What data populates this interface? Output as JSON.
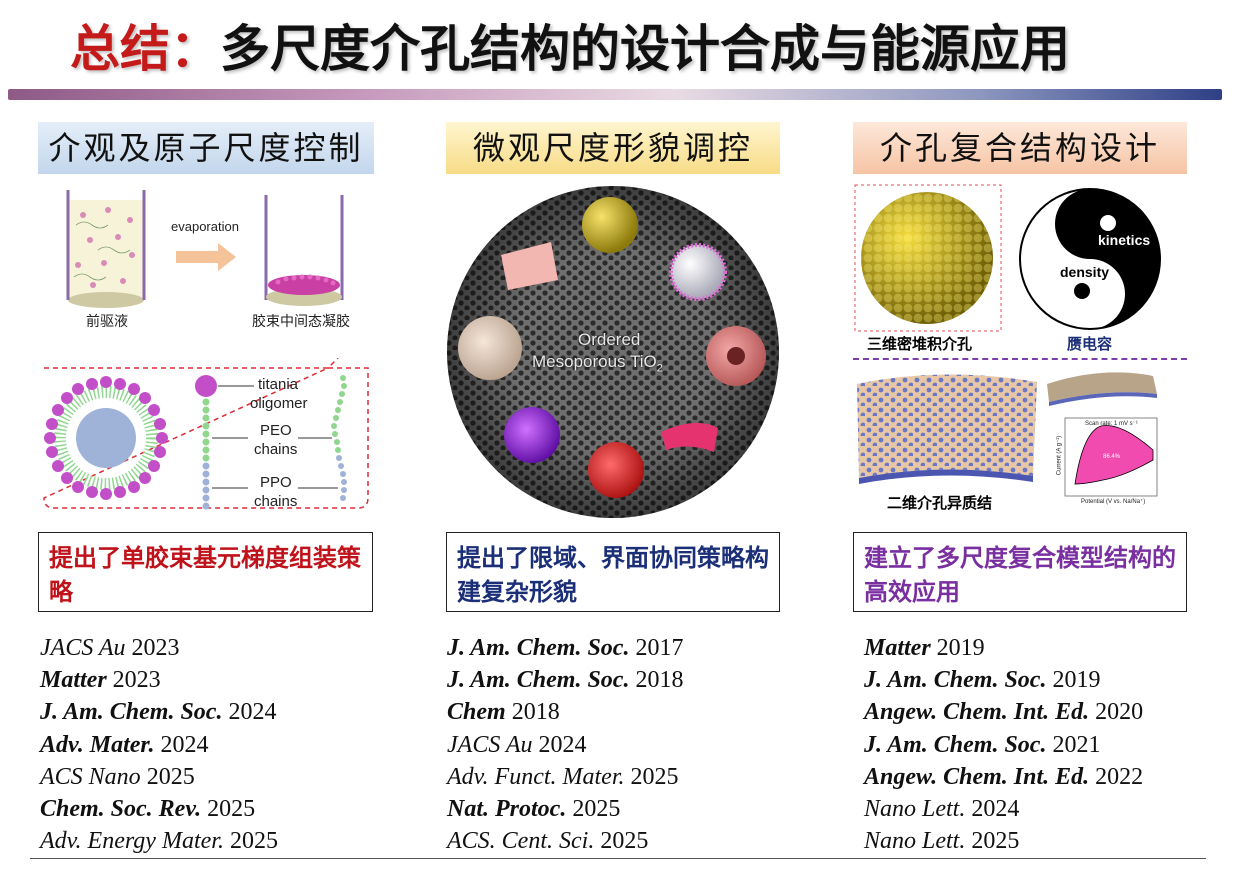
{
  "title": {
    "prefix": "总结：",
    "main": "多尺度介孔结构的设计合成与能源应用"
  },
  "columns": [
    {
      "header": "介观及原子尺度控制",
      "labels": {
        "evaporation": "evaporation",
        "precursor": "前驱液",
        "micelle": "胶束中间态凝胶",
        "titania": "titania",
        "oligomer": "oligomer",
        "peo1": "PEO",
        "peo2": "chains",
        "ppo1": "PPO",
        "ppo2": "chains"
      },
      "box": "提出了单胶束基元梯度组装策略",
      "refs": [
        {
          "journal": "JACS Au",
          "year": " 2023",
          "style": "it"
        },
        {
          "journal": "Matter",
          "year": " 2023",
          "style": "bi"
        },
        {
          "journal": "J. Am. Chem. Soc.",
          "year": " 2024",
          "style": "bi"
        },
        {
          "journal": "Adv. Mater.",
          "year": " 2024",
          "style": "bi"
        },
        {
          "journal": "ACS Nano",
          "year": " 2025",
          "style": "it"
        },
        {
          "journal": "Chem. Soc. Rev.",
          "year": " 2025",
          "style": "bi"
        },
        {
          "journal": "Adv. Energy Mater.",
          "year": " 2025",
          "style": "it"
        }
      ]
    },
    {
      "header": "微观尺度形貌调控",
      "labels": {
        "center1": "Ordered",
        "center2": "Mesoporous TiO",
        "sub": "2"
      },
      "box": "提出了限域、界面协同策略构建复杂形貌",
      "refs": [
        {
          "journal": "J. Am. Chem. Soc.",
          "year": " 2017",
          "style": "bi"
        },
        {
          "journal": "J. Am. Chem. Soc.",
          "year": " 2018",
          "style": "bi"
        },
        {
          "journal": "Chem",
          "year": " 2018",
          "style": "bi"
        },
        {
          "journal": "JACS Au",
          "year": " 2024",
          "style": "it"
        },
        {
          "journal": "Adv. Funct. Mater.",
          "year": " 2025",
          "style": "it"
        },
        {
          "journal": "Nat. Protoc.",
          "year": " 2025",
          "style": "bi"
        },
        {
          "journal": "ACS. Cent. Sci.",
          "year": " 2025",
          "style": "it"
        }
      ]
    },
    {
      "header": "介孔复合结构设计",
      "labels": {
        "kinetics": "kinetics",
        "density": "density",
        "stack": "三维密堆积介孔",
        "pseudo": "赝电容",
        "hetero": "二维介孔异质结",
        "scan": "Scan rate: 1 mV s⁻¹",
        "pct": "86.4%",
        "xaxis": "Potential (V vs. Na/Na⁺)",
        "yaxis": "Current (A g⁻¹)"
      },
      "box": "建立了多尺度复合模型结构的高效应用",
      "refs": [
        {
          "journal": "Matter",
          "year": " 2019",
          "style": "bi"
        },
        {
          "journal": "J. Am. Chem. Soc.",
          "year": " 2019",
          "style": "bi"
        },
        {
          "journal": "Angew. Chem. Int. Ed.",
          "year": " 2020",
          "style": "bi"
        },
        {
          "journal": "J. Am. Chem. Soc.",
          "year": " 2021",
          "style": "bi"
        },
        {
          "journal": "Angew. Chem. Int. Ed.",
          "year": " 2022",
          "style": "bi"
        },
        {
          "journal": "Nano Lett.",
          "year": " 2024",
          "style": "it"
        },
        {
          "journal": "Nano Lett.",
          "year": " 2025",
          "style": "it"
        }
      ]
    }
  ]
}
